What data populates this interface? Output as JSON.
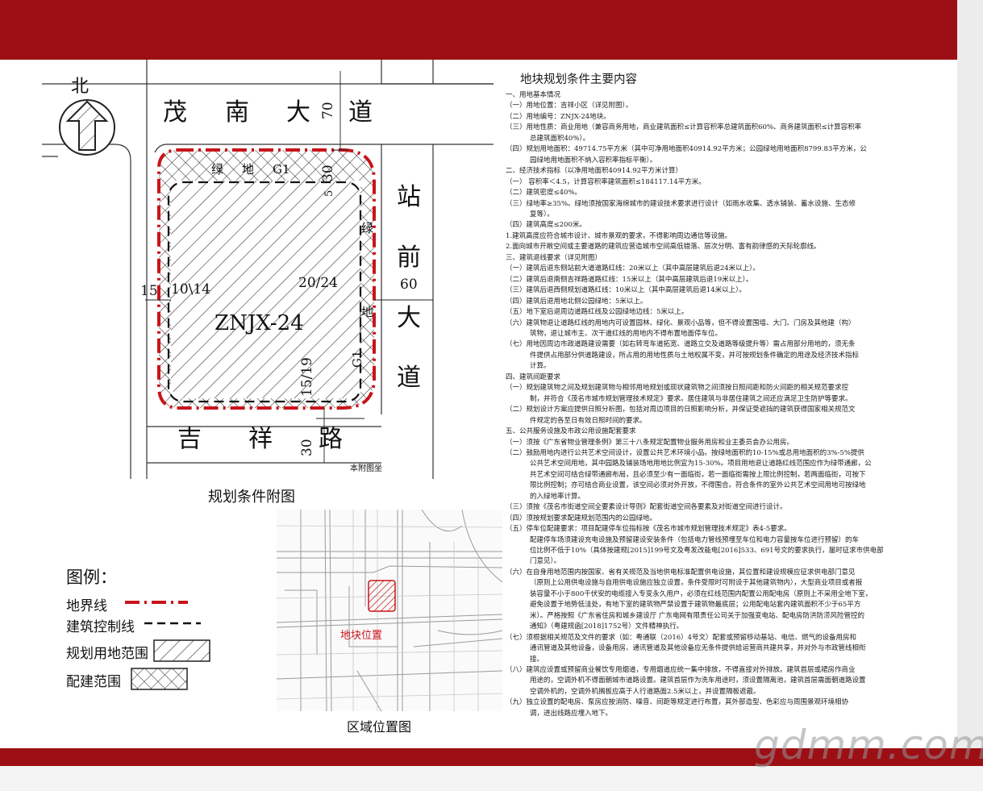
{
  "site_map": {
    "north_label": "北",
    "roads": {
      "north": [
        "茂",
        "南",
        "大",
        "道"
      ],
      "east": [
        "站",
        "前",
        "大",
        "道"
      ],
      "south": [
        "吉",
        "祥",
        "路"
      ]
    },
    "dimensions": {
      "north_road": "70",
      "north_setback": "30",
      "north_green": "5",
      "west_road": "15",
      "west_setback": "10\\14",
      "inner": "20/24",
      "east_road": "60",
      "south_inner": "15/19",
      "south_road": "30"
    },
    "green_labels": {
      "top": [
        "绿",
        "地",
        "G1"
      ],
      "right": [
        "绿",
        "地",
        "G1"
      ]
    },
    "plot_code": "ZNJX-24",
    "scale_note": "本附图坐"
  },
  "captions": {
    "site_map": "规划条件附图",
    "area_map": "区域位置图",
    "plot_location": "地块位置"
  },
  "legend": {
    "title": "图例：",
    "items": [
      {
        "label": "地界线",
        "style": "boundary"
      },
      {
        "label": "建筑控制线",
        "style": "control"
      },
      {
        "label": "规划用地范围",
        "style": "hatch"
      },
      {
        "label": "配建范围",
        "style": "crosshatch"
      }
    ]
  },
  "conditions": {
    "title": "地块规划条件主要内容",
    "lines": [
      {
        "t": "一、用地基本情况",
        "i": 0
      },
      {
        "t": "（一）用地位置：吉祥小区（详见附图）。",
        "i": 0
      },
      {
        "t": "（二）用地编号：ZNJX-24地块。",
        "i": 0
      },
      {
        "t": "（三）用地性质：商业用地（兼容商务用地，商业建筑面积≤计算容积率总建筑面积60%、商务建筑面积≤计算容积率",
        "i": 0
      },
      {
        "t": "总建筑面积40%）。",
        "i": 1
      },
      {
        "t": "（四）规划用地面积：49714.75平方米（其中可净用地面积40914.92平方米；公园绿地用地面积8799.83平方米，公",
        "i": 0
      },
      {
        "t": "园绿地用地面积不纳入容积率指标平衡）。",
        "i": 1
      },
      {
        "t": "二、经济技术指标（以净用地面积40914.92平方米计算）",
        "i": 0
      },
      {
        "t": "（一）  容积率＜4.5，计算容积率建筑面积≤184117.14平方米。",
        "i": 0
      },
      {
        "t": "（二）建筑密度≤40%。",
        "i": 0
      },
      {
        "t": "（三）绿地率≥35%。绿地须按国家海绵城市的建设技术要求进行设计（如雨水收集、透水铺装、蓄水设施、生态修",
        "i": 0
      },
      {
        "t": "复等）。",
        "i": 1
      },
      {
        "t": "（四）建筑高度≤200米。",
        "i": 0
      },
      {
        "t": "1.建筑高度应符合城市设计、城市景观的要求，不得影响周边通信等设施。",
        "i": 0
      },
      {
        "t": "2.面向城市开敞空间或主要道路的建筑应营造城市空间高低错落、层次分明、富有韵律感的天际轮廓线。",
        "i": 0
      },
      {
        "t": "三、建筑退线要求（详见附图）",
        "i": 0
      },
      {
        "t": "（一）建筑后退东侧站前大道道路红线：20米以上（其中高层建筑后退24米以上）。",
        "i": 0
      },
      {
        "t": "（二）建筑后退南侧吉祥路道路红线：15米以上（其中高层建筑后退19米以上）。",
        "i": 0
      },
      {
        "t": "（三）建筑后退西侧规划道路红线：10米以上（其中高层建筑后退14米以上）。",
        "i": 0
      },
      {
        "t": "（四）建筑后退用地北侧公园绿地：5米以上。",
        "i": 0
      },
      {
        "t": "（五）地下室后退周边道路红线及公园绿地边线：5米以上。",
        "i": 0
      },
      {
        "t": "（六）建筑物退让道路红线的用地内可设置园林、绿化、景观小品等，但不得设置围墙、大门、门房及其他建（构）",
        "i": 0
      },
      {
        "t": "筑物，退让城市主、次干道红线的用地内不得布置地面停车位。",
        "i": 1
      },
      {
        "t": "（七）用地因周边市政道路建设需要（如右转弯车道拓宽、道路立交及道路等级提升等）需占用部分用地的，须无条",
        "i": 0
      },
      {
        "t": "件提供占用部分供道路建设，所占用的用地性质与土地权属不变，并可按规划条件确定的用途及经济技术指标",
        "i": 1
      },
      {
        "t": "计算。",
        "i": 1
      },
      {
        "t": "四、建筑间距要求",
        "i": 0
      },
      {
        "t": "（一）规划建筑物之间及规划建筑物与相邻用地规划或现状建筑物之间须按日照间距和防火间距的相关规范要求控",
        "i": 0
      },
      {
        "t": "制，并符合《茂名市城市规划管理技术规定》要求。居住建筑与非居住建筑之间还应满足卫生防护等要求。",
        "i": 1
      },
      {
        "t": "（二）规划设计方案应提供日照分析图，包括对周边项目的日照影响分析，并保证受遮挡的建筑获得国家相关规范文",
        "i": 0
      },
      {
        "t": "件规定的各至日有效日照时间的要求。",
        "i": 1
      },
      {
        "t": "五、公共服务设施及市政公用设施配套要求",
        "i": 0
      },
      {
        "t": "（一）须按《广东省物业管理条例》第三十八条规定配置物业服务用房和业主委员会办公用房。",
        "i": 0
      },
      {
        "t": "（二）鼓励用地内进行公共艺术空间设计，设置公共艺术环境小品。按绿地面积的10-15%或总用地面积的3%-5%提供",
        "i": 0
      },
      {
        "t": "公共艺术空间用地，其中园路及铺装场地用地比例宜为15-30%。项目用地退让道路红线范围应作为绿带通廊，公",
        "i": 1
      },
      {
        "t": "共艺术空间可结合绿带通廊布局，且必须至少有一面临街，若一面临街需按上限比例控制，若两面临街，可按下",
        "i": 1
      },
      {
        "t": "限比例控制；亦可结合商业设置，该空间必须对外开放，不得围合。符合条件的室外公共艺术空间用地可按绿地",
        "i": 1
      },
      {
        "t": "的入绿地率计算。",
        "i": 1
      },
      {
        "t": "（三）须按《茂名市街道空间全要素设计导则》配套街道空间各要素及对街道空间进行设计。",
        "i": 0
      },
      {
        "t": "（四）须按规划要求配建规划范围内的公园绿地。",
        "i": 0
      },
      {
        "t": "（五）停车位配建要求：项目配建停车位指标按《茂名市城市规划管理技术规定》表4-5要求。",
        "i": 0
      },
      {
        "t": "配建停车场须建设充电设施及预留建设安装条件（包括电力管线预埋至车位和电力容量按车位进行预留）的车",
        "i": 1
      },
      {
        "t": "位比例不低于10%（具体按建规[2015]199号文及粤发改能电[2016]533、691号文的要求执行，届时征求市供电部",
        "i": 1
      },
      {
        "t": "门意见）。",
        "i": 1
      },
      {
        "t": "（六）在自身用地范围内按国家、省有关规范及当地供电标准配置供电设施，其位置和建设规模应征求供电部门意见",
        "i": 0
      },
      {
        "t": "（原则上公用供电设施与自用供电设施应独立设置，条件受限时可附设于其他建筑物内），大型商业项目或者报",
        "i": 1
      },
      {
        "t": "装容量不小于800千伏安的电缆接入专变永久用户，必须在红线范围内配置公用配电房（原则上不采用全地下室，",
        "i": 1
      },
      {
        "t": "避免设置于地势低洼处，有地下室的建筑物严禁设置于建筑物最底层；公用配电站套内建筑面积不少于65平方",
        "i": 1
      },
      {
        "t": "米）。严格按照《广东省住房和城乡建设厅 广东电网有限责任公司关于加强变电站、配电房防洪防涝风险管控的",
        "i": 1
      },
      {
        "t": "通知》（粤建规函[2018]1752号）文件精神执行。",
        "i": 1
      },
      {
        "t": "（七）须根据相关规范及文件的要求（如：粤通联（2016）4号文）配套或预留移动基站、电信、燃气的设备用房和",
        "i": 0
      },
      {
        "t": "通讯管道及其他设备，设备用房、通讯管道及其他设备应无条件提供给运营商共建共享，并对外与市政管线相衔",
        "i": 1
      },
      {
        "t": "接。",
        "i": 1
      },
      {
        "t": "（八）建筑应设置或预留商业餐饮专用烟道，专用烟道应统一集中排放，不得直接对外排放。建筑首层或裙房作商业",
        "i": 0
      },
      {
        "t": "用途的，空调外机不得面朝城市道路设置。建筑首层作为洗车用途时，须设置隔离池，建筑首层需面朝道路设置",
        "i": 1
      },
      {
        "t": "空调外机的，空调外机搁板应高于人行道路面2.5米以上，并设置隔板遮蔽。",
        "i": 1
      },
      {
        "t": "（九）独立设置的配电房、泵房应按消防、噪音、间距等规定进行布置，其外部造型、色彩应与周围景观环境相协",
        "i": 0
      },
      {
        "t": "调，进出线路应埋入地下。",
        "i": 1
      }
    ]
  },
  "watermark": "gdmm.com",
  "colors": {
    "band": "#9c0f14",
    "boundary": "#c8141a"
  }
}
